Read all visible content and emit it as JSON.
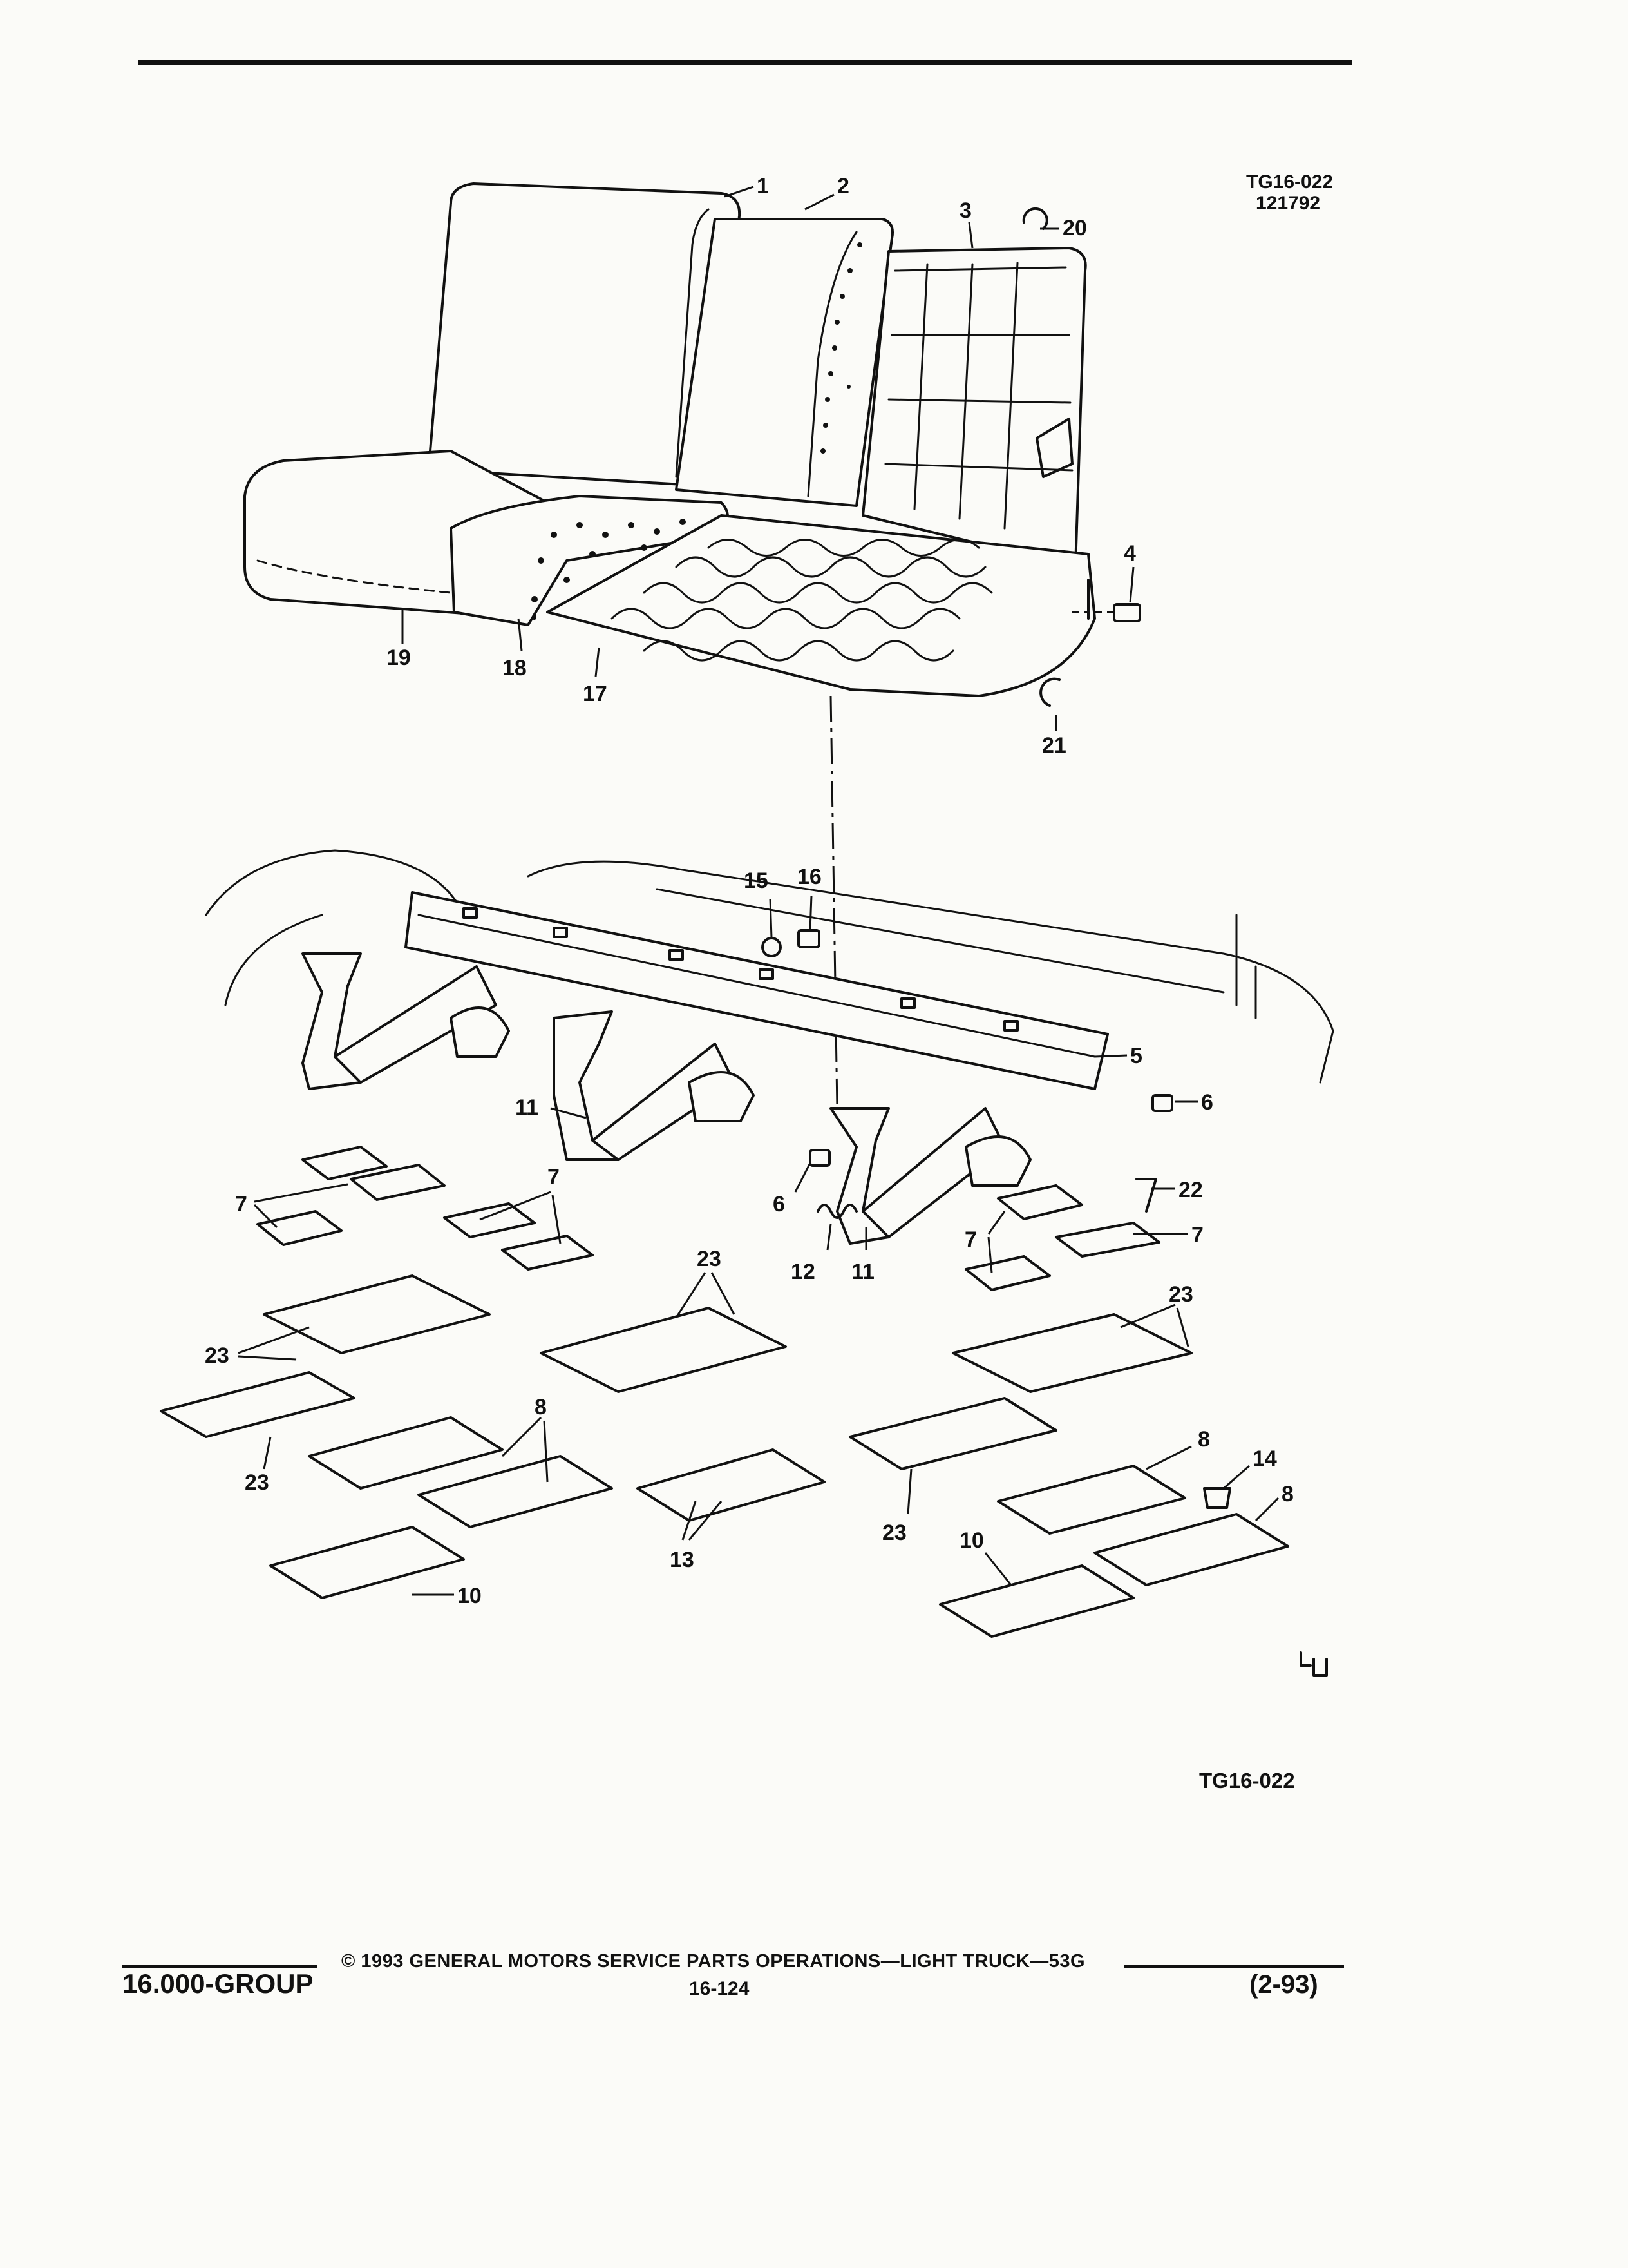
{
  "header": {
    "figure_id": "TG16-022",
    "figure_date": "121792"
  },
  "figure_label_bottom": "TG16-022",
  "footer": {
    "group": "16.000-GROUP",
    "copyright": "© 1993 GENERAL MOTORS SERVICE PARTS OPERATIONS—LIGHT TRUCK—53G",
    "page": "16-124",
    "revision": "(2-93)"
  },
  "callouts": {
    "c1": "1",
    "c2": "2",
    "c3": "3",
    "c4": "4",
    "c5": "5",
    "c6a": "6",
    "c6b": "6",
    "c7a": "7",
    "c7b": "7",
    "c7c": "7",
    "c7d": "7",
    "c8a": "8",
    "c8b": "8",
    "c8c": "8",
    "c10a": "10",
    "c10b": "10",
    "c11a": "11",
    "c11b": "11",
    "c12": "12",
    "c13": "13",
    "c14": "14",
    "c15": "15",
    "c16": "16",
    "c17": "17",
    "c18": "18",
    "c19": "19",
    "c20": "20",
    "c21": "21",
    "c22": "22",
    "c23a": "23",
    "c23b": "23",
    "c23c": "23",
    "c23d": "23",
    "c23e": "23"
  }
}
